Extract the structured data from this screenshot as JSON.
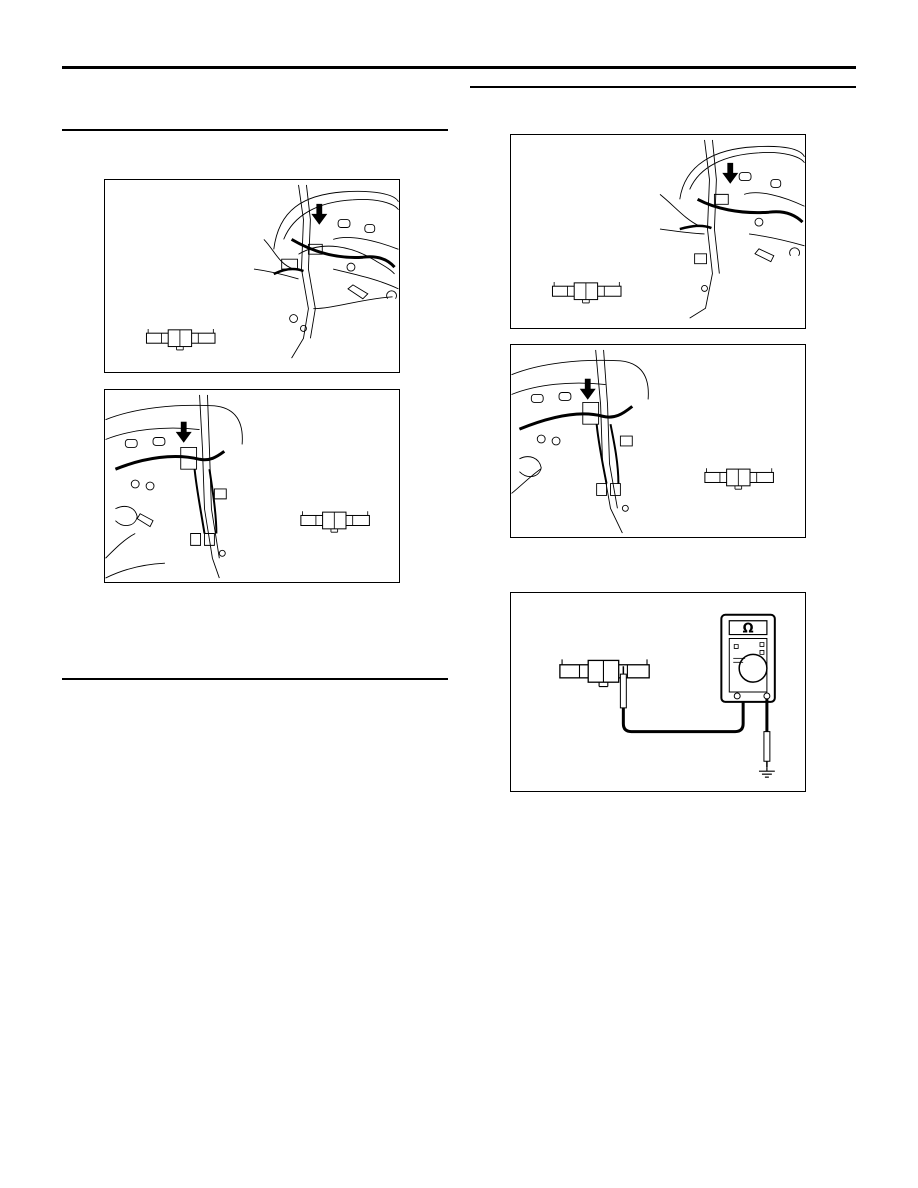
{
  "page": {
    "background": "#ffffff",
    "line_color": "#000000"
  },
  "figures": [
    {
      "id": "fig-left-1",
      "content": "dashboard-harness-left-view",
      "arrow": "down",
      "has_connector": true
    },
    {
      "id": "fig-left-2",
      "content": "dashboard-harness-right-view",
      "arrow": "down",
      "has_connector": true
    },
    {
      "id": "fig-right-1",
      "content": "dashboard-harness-left-view",
      "arrow": "down",
      "has_connector": true
    },
    {
      "id": "fig-right-2",
      "content": "dashboard-harness-right-view",
      "arrow": "down",
      "has_connector": true
    },
    {
      "id": "fig-right-3",
      "content": "ohmmeter-continuity-check",
      "meter_symbol": "Ω",
      "has_connector": true,
      "ground": true
    }
  ]
}
